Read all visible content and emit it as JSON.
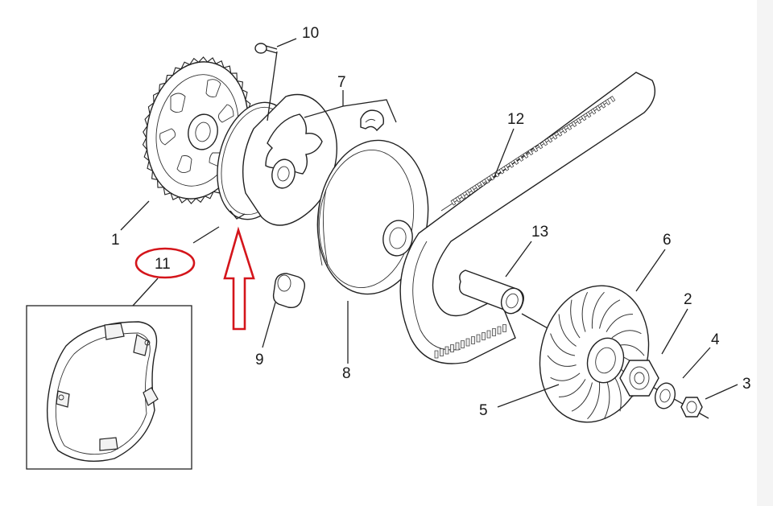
{
  "callouts": {
    "c1": "1",
    "c2": "2",
    "c3": "3",
    "c4": "4",
    "c5": "5",
    "c6": "6",
    "c7": "7",
    "c8": "8",
    "c9": "9",
    "c10": "10",
    "c11": "11",
    "c12": "12",
    "c13": "13"
  },
  "colors": {
    "highlight": "#d4151b",
    "line": "#222222",
    "background": "#ffffff"
  },
  "icons": {
    "marker": "circle-highlight",
    "pointer": "arrow-up-outline"
  }
}
